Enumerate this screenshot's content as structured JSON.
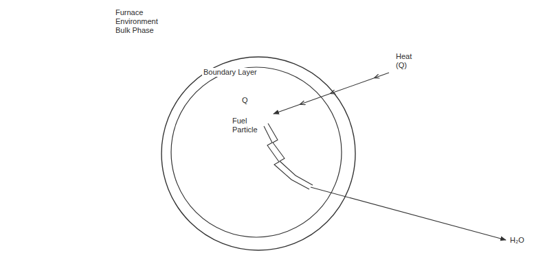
{
  "diagram": {
    "nodes": [
      {
        "text": [
          "Boundary Layer"
        ]
      },
      {
        "text": [
          "Fuel Particle"
        ],
        "in": 0
      }
    ],
    "labels": [
      "Furnace Environment Bulk Phase",
      "Heat (Q)",
      "Q",
      "H₂O"
    ]
  }
}
